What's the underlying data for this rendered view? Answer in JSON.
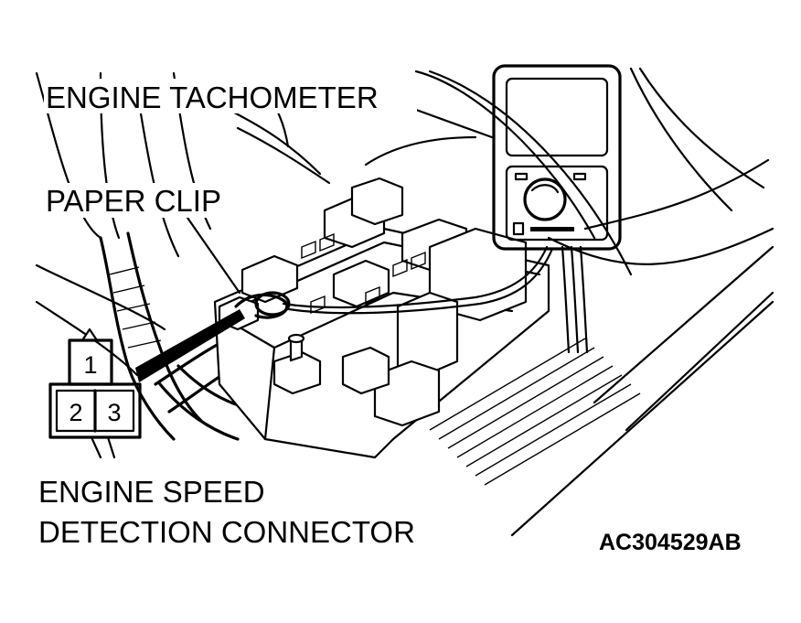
{
  "labels": {
    "engine_tachometer": "ENGINE TACHOMETER",
    "paper_clip": "PAPER CLIP",
    "connector_line1": "ENGINE SPEED",
    "connector_line2": "DETECTION CONNECTOR",
    "figure_code": "AC304529AB"
  },
  "connector": {
    "pins": [
      "1",
      "2",
      "3"
    ]
  }
}
